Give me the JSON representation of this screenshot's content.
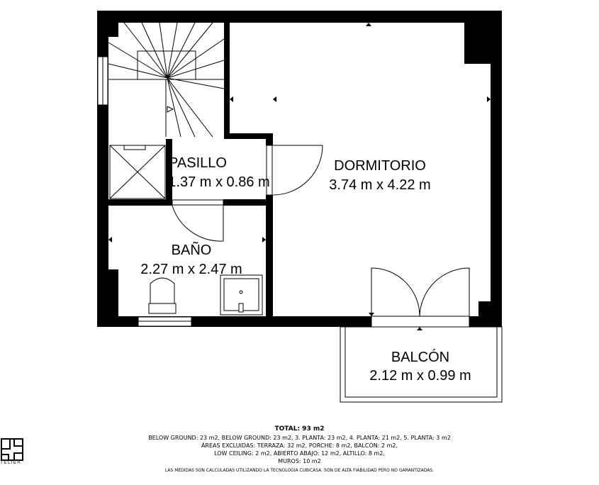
{
  "rooms": {
    "pasillo": {
      "name": "PASILLO",
      "size": "1.37 m x 0.86 m"
    },
    "dormitorio": {
      "name": "DORMITORIO",
      "size": "3.74 m x 4.22 m"
    },
    "bano": {
      "name": "BAÑO",
      "size": "2.27 m x 2.47 m"
    },
    "balcon": {
      "name": "BALCÓN",
      "size": "2.12 m x 0.99 m"
    }
  },
  "footer": {
    "total": "TOTAL: 93 m2",
    "lines": [
      "BELOW GROUND: 23 m2, BELOW GROUND: 23 m2, 3. PLANTA: 23 m2, 4. PLANTA: 21 m2, 5. PLANTA: 3 m2",
      "ÁREAS EXCLUIDAS: TERRAZA: 32 m2, PORCHE: 8 m2, BALCÓN: 2 m2,",
      "LOW CEILING: 2 m2, ABIERTO ABAJO: 12 m2, ALTILLO: 8 m2,",
      "MUROS: 10 m2"
    ],
    "disclaimer": "LAS MEDIDAS SON CALCULADAS UTILIZANDO LA TECNOLOGÍA CUBICASA. SON DE ALTA FIABILIDAD PERO NO GARANTIZADAS."
  },
  "logo": {
    "text": "TELIER"
  }
}
